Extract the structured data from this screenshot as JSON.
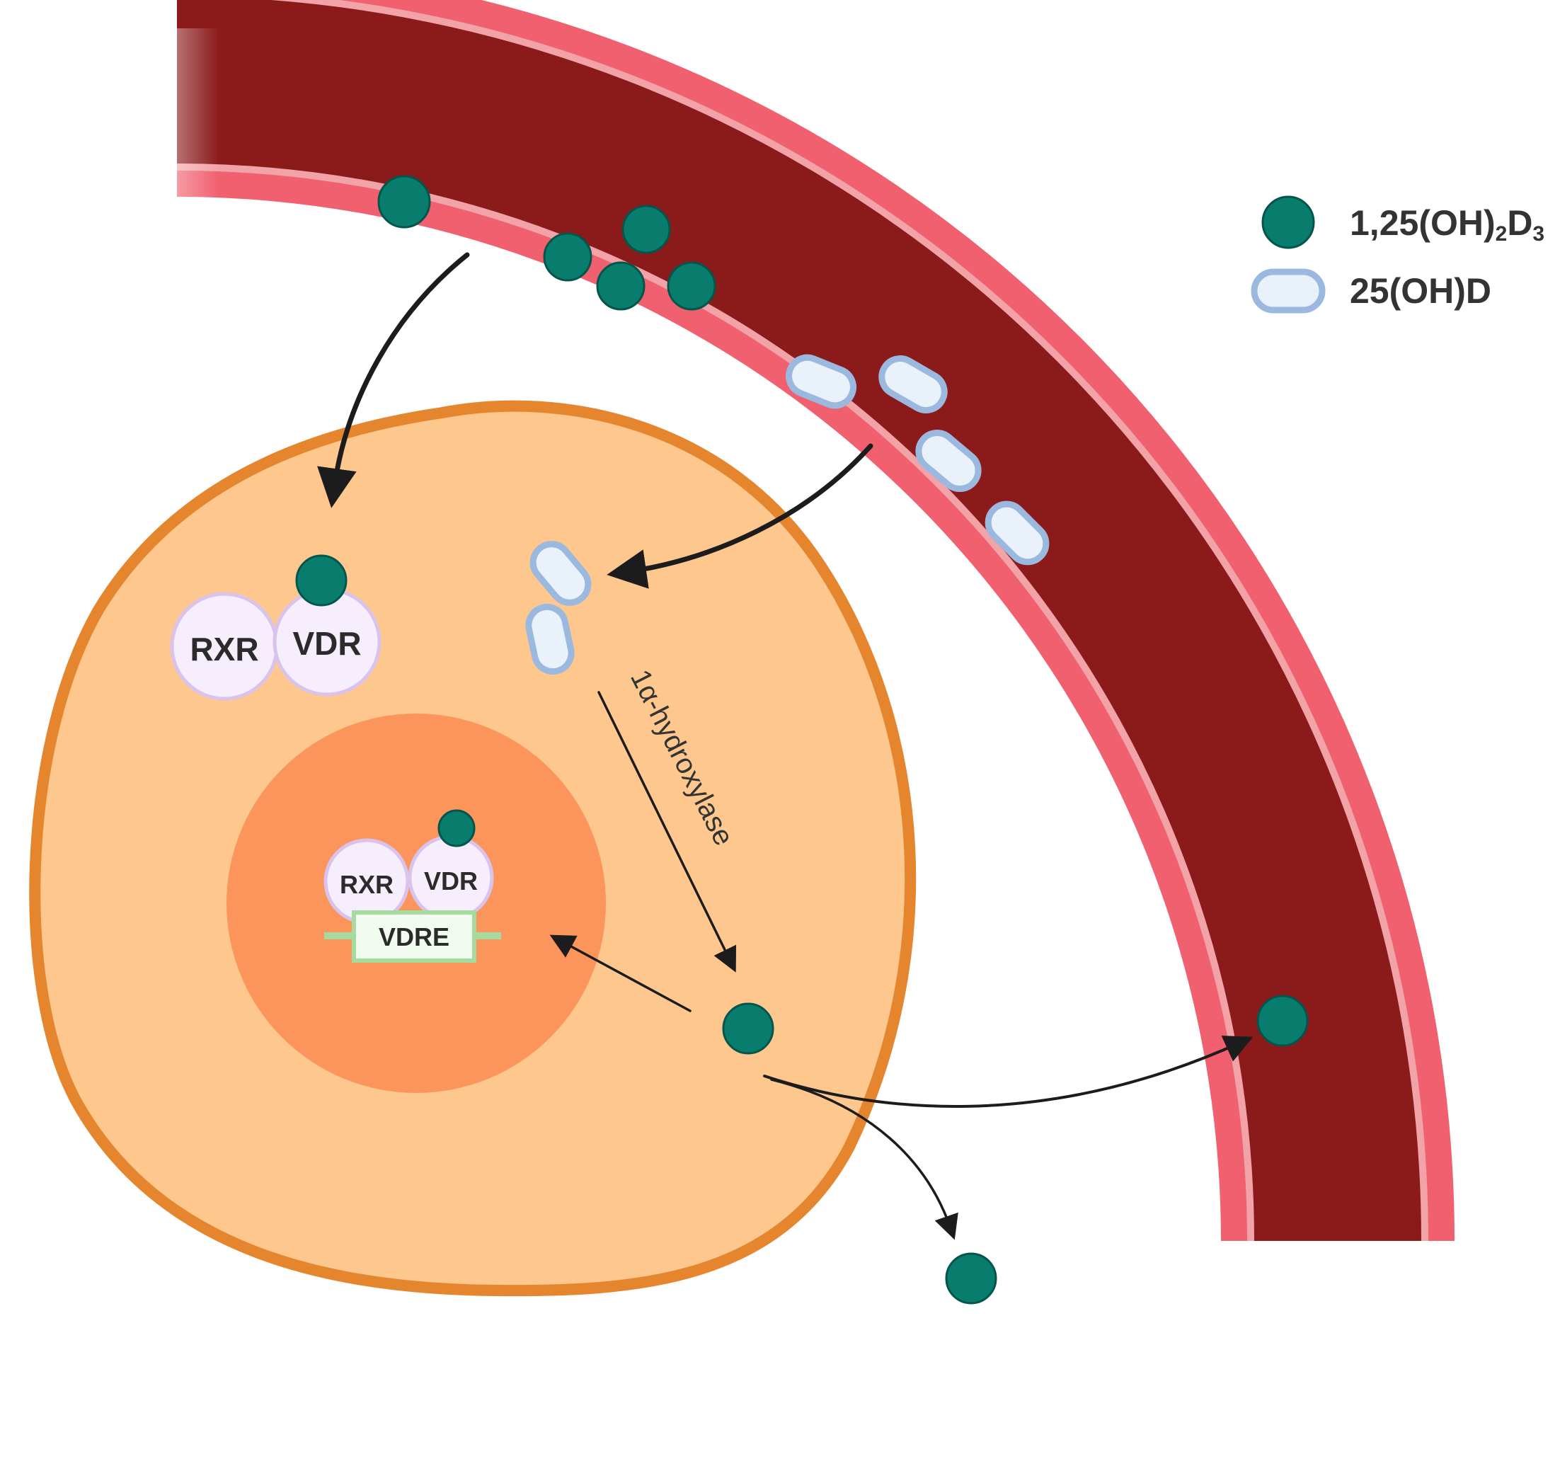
{
  "legend": {
    "calcitriol_label": "1,25(OH)",
    "calcitriol_sub1": "2",
    "calcitriol_d": "D",
    "calcitriol_sub2": "3",
    "calcidiol_label": "25(OH)D"
  },
  "cytoplasm_complex": {
    "rxr_label": "RXR",
    "vdr_label": "VDR"
  },
  "nuclear_complex": {
    "rxr_label": "RXR",
    "vdr_label": "VDR",
    "vdre_label": "VDRE"
  },
  "enzyme_label": "1α-hydroxylase",
  "colors": {
    "vessel_outer": "#f0606e",
    "vessel_lumen": "#8b1a1a",
    "vessel_stripe": "#f2a3a8",
    "cell_fill": "#fdc78d",
    "cell_border": "#e5862f",
    "nucleus_fill": "#fb955c",
    "calcitriol": "#087d6e",
    "calcidiol_fill": "#e9f2fb",
    "calcidiol_stroke": "#9bb9df",
    "receptor_fill": "#f6eefc",
    "receptor_stroke": "#d9c3ec",
    "vdre_fill": "#f1fbf0",
    "vdre_stroke": "#a6dba0"
  }
}
